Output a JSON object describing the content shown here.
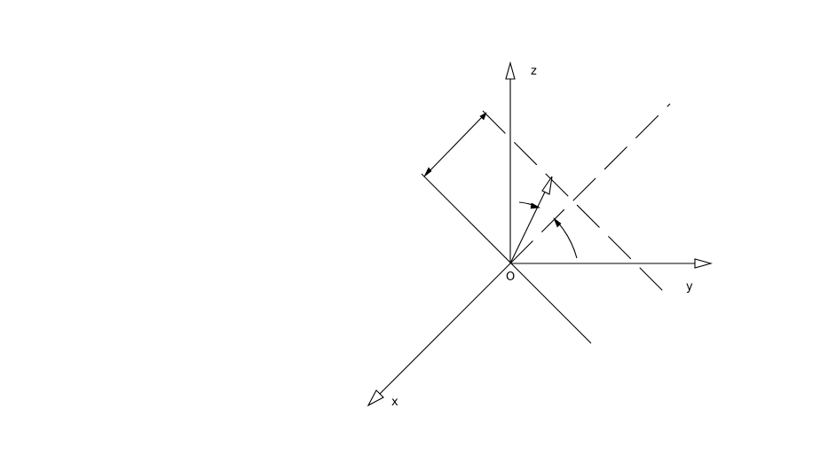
{
  "labels": {
    "z_axis": "z",
    "y_axis": "y",
    "x_axis": "x",
    "origin": "O"
  },
  "colors": {
    "stroke": "#000000",
    "background": "#ffffff"
  }
}
